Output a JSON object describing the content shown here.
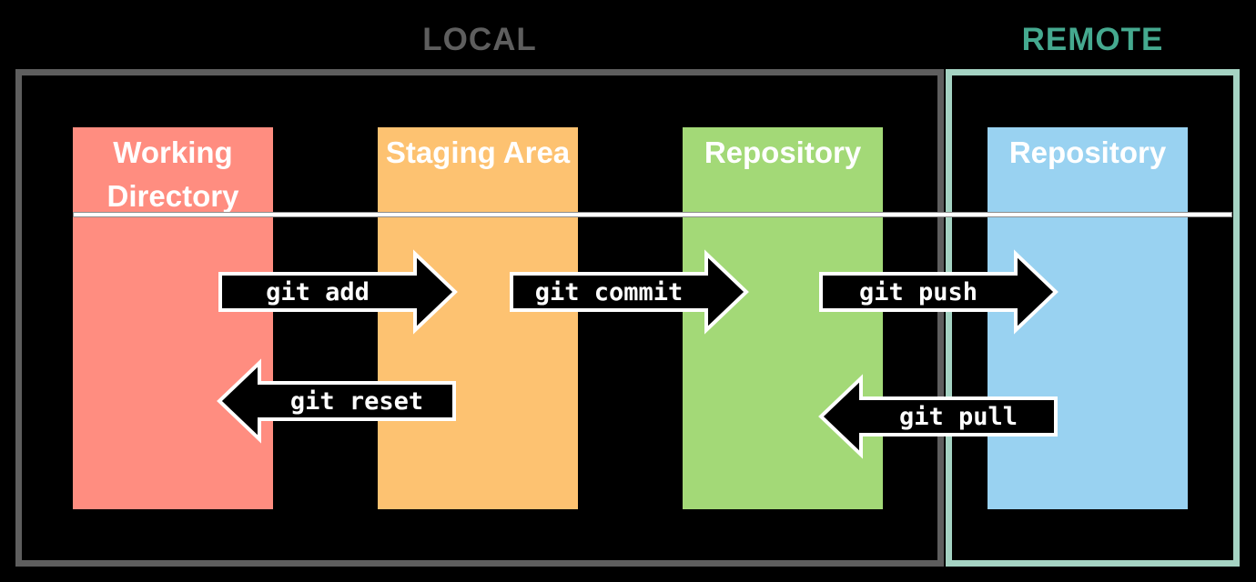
{
  "regions": {
    "local": {
      "label": "LOCAL",
      "label_color": "#5e5e5e",
      "border_color": "#5e5e5e"
    },
    "remote": {
      "label": "REMOTE",
      "label_color": "#45a98f",
      "border_color": "#a5d3c3"
    }
  },
  "columns": [
    {
      "id": "working-directory",
      "label": "Working Directory",
      "color": "#ff8d80"
    },
    {
      "id": "staging-area",
      "label": "Staging Area",
      "color": "#fdc271"
    },
    {
      "id": "local-repository",
      "label": "Repository",
      "color": "#a3d977"
    },
    {
      "id": "remote-repository",
      "label": "Repository",
      "color": "#99d2f1"
    }
  ],
  "arrows": [
    {
      "id": "git-add",
      "label": "git add",
      "direction": "right",
      "from": "working-directory",
      "to": "staging-area"
    },
    {
      "id": "git-commit",
      "label": "git commit",
      "direction": "right",
      "from": "staging-area",
      "to": "local-repository"
    },
    {
      "id": "git-push",
      "label": "git push",
      "direction": "right",
      "from": "local-repository",
      "to": "remote-repository"
    },
    {
      "id": "git-reset",
      "label": "git reset",
      "direction": "left",
      "from": "staging-area",
      "to": "working-directory"
    },
    {
      "id": "git-pull",
      "label": "git pull",
      "direction": "left",
      "from": "remote-repository",
      "to": "local-repository"
    }
  ],
  "styles": {
    "background": "#000000",
    "arrow_fill": "#000000",
    "arrow_stroke": "#ffffff",
    "header_text_color": "#ffffff",
    "pointer_line_color": "#ffffff"
  }
}
